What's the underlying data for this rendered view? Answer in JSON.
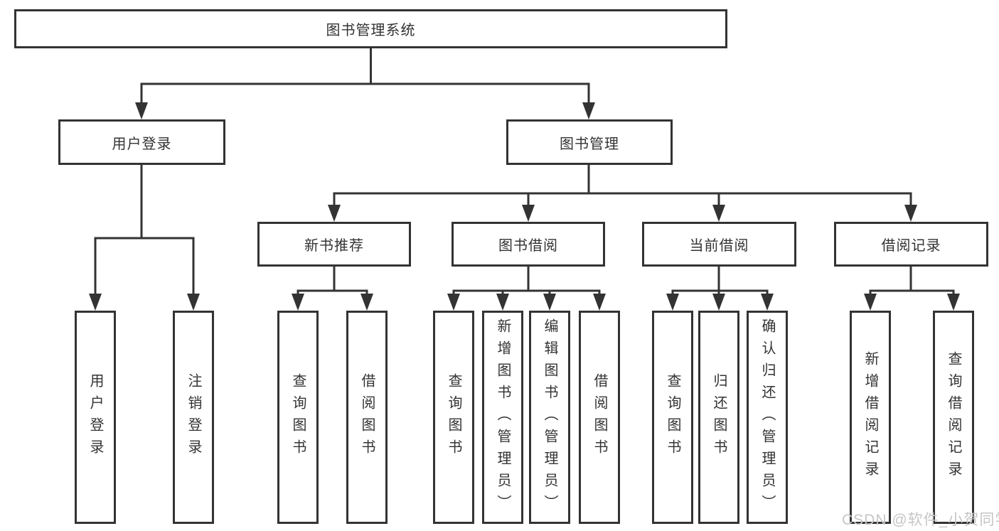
{
  "diagram": {
    "root": {
      "label": "图书管理系统"
    },
    "branches": {
      "user_login": {
        "label": "用户登录",
        "children": [
          "用户登录",
          "注销登录"
        ]
      },
      "book_mgmt": {
        "label": "图书管理"
      },
      "new_books": {
        "label": "新书推荐",
        "children": [
          "查询图书",
          "借阅图书"
        ]
      },
      "book_borrow": {
        "label": "图书借阅",
        "children": [
          "查询图书",
          "新增图书（管理员）",
          "编辑图书（管理员）",
          "借阅图书"
        ]
      },
      "current_borrow": {
        "label": "当前借阅",
        "children": [
          "查询图书",
          "归还图书",
          "确认归还（管理员）"
        ]
      },
      "borrow_records": {
        "label": "借阅记录",
        "children": [
          "新增借阅记录",
          "查询借阅记录"
        ]
      }
    }
  },
  "watermark": {
    "text": "CSDN @软件_小贺同学",
    "color": "#c6c6c6"
  },
  "colors": {
    "line": "#333333",
    "text": "#333333",
    "box_background": "#ffffff",
    "page_background": "#ffffff"
  }
}
